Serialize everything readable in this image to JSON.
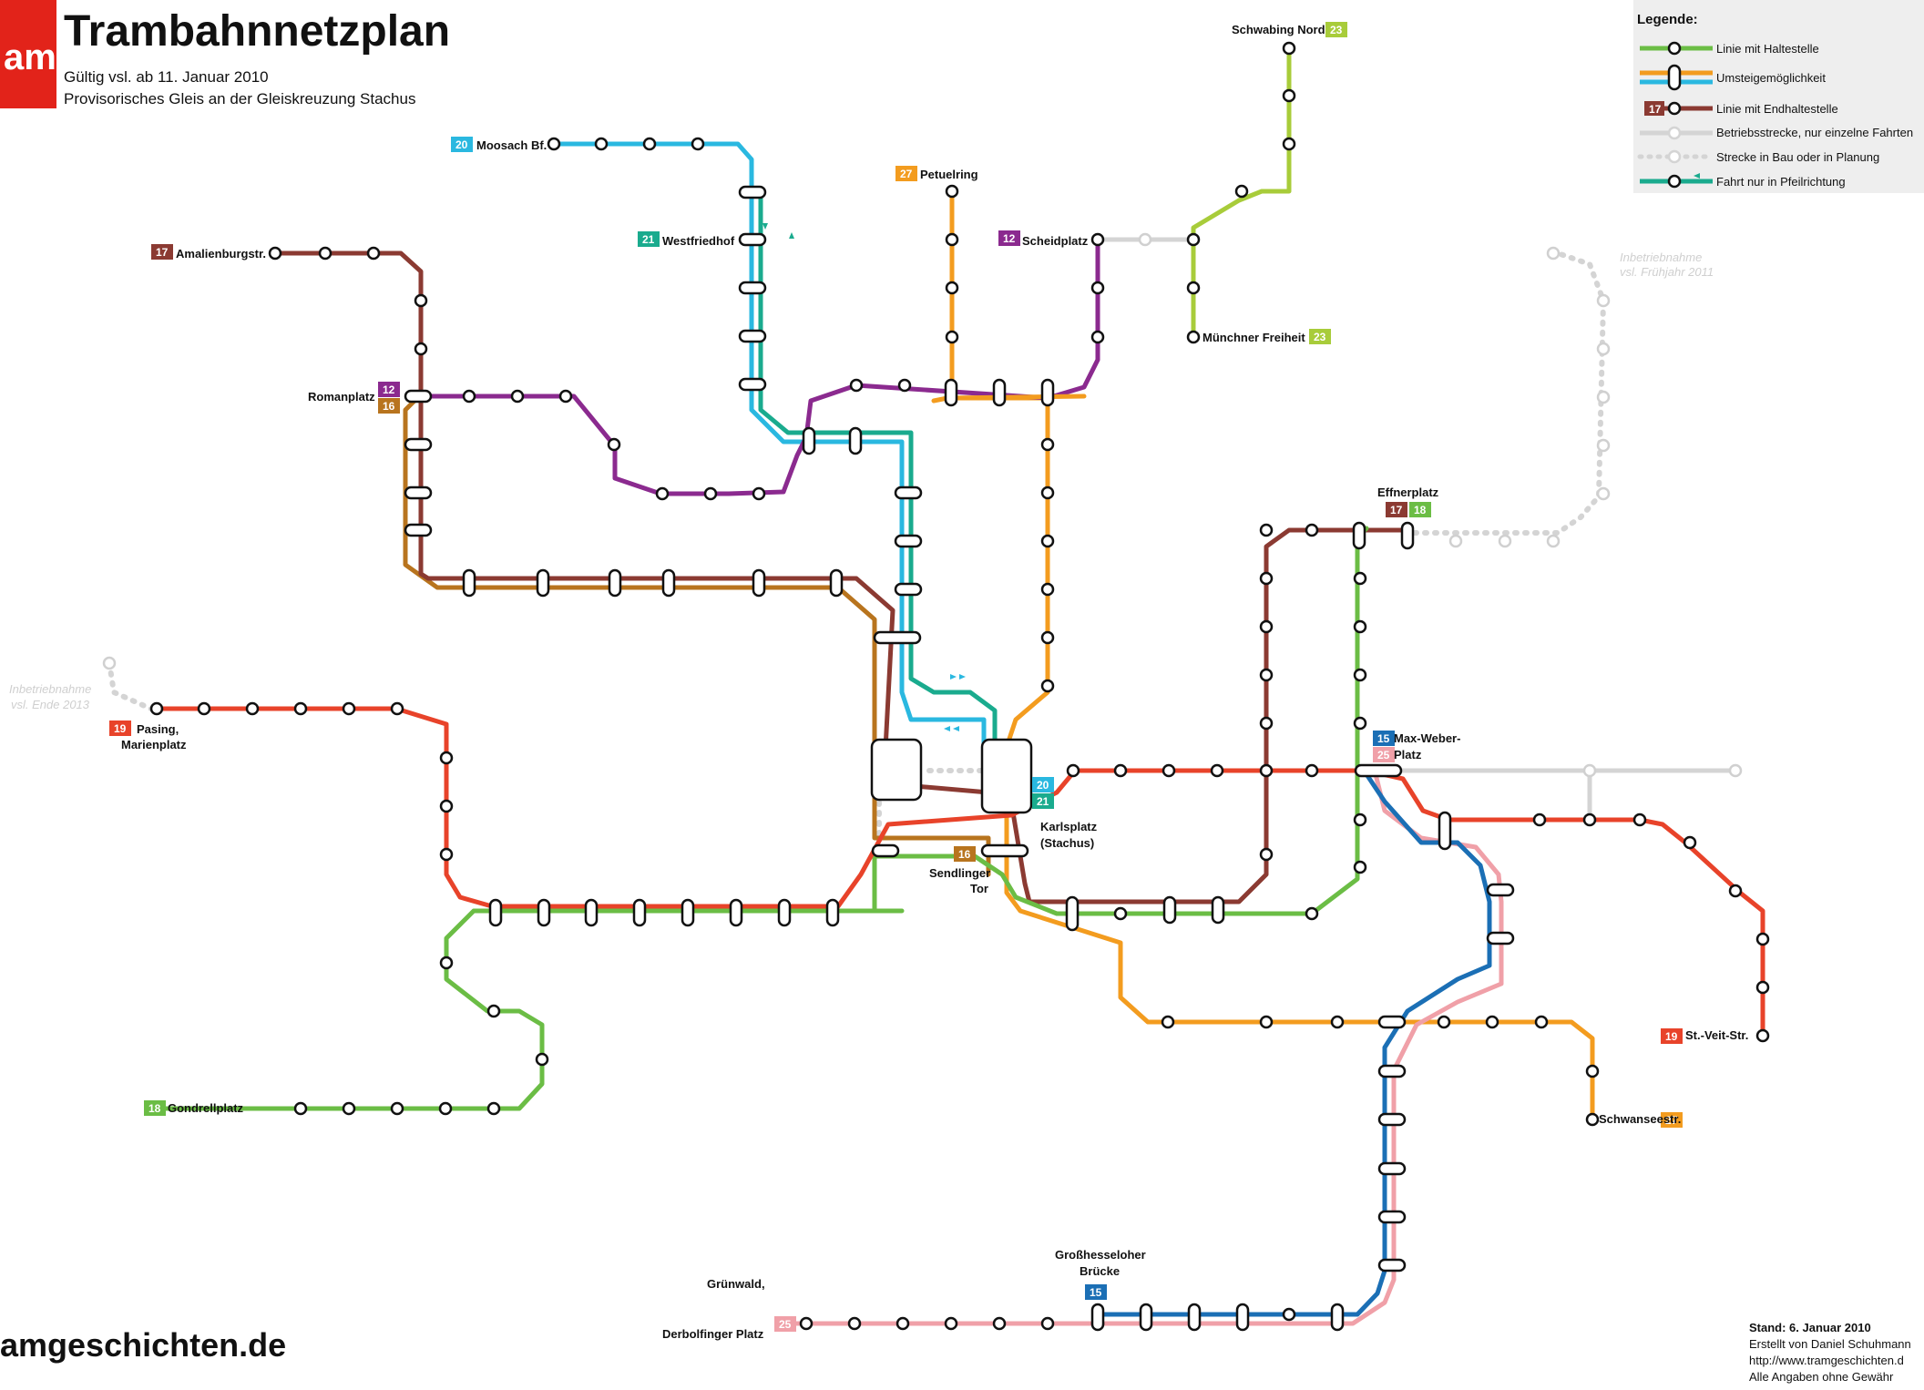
{
  "header": {
    "logo_text": "am",
    "title": "Trambahnnetzplan",
    "subtitle_line1": "Gültig vsl. ab 11. Januar 2010",
    "subtitle_line2": "Provisorisches Gleis an der Gleiskreuzung Stachus"
  },
  "colors": {
    "line12": "#8b2a8f",
    "line15": "#1b6fb5",
    "line16": "#b8741e",
    "line17": "#8b3a32",
    "line18": "#6bbd45",
    "line19": "#e8432a",
    "line20": "#2ab8e0",
    "line21": "#1aab8e",
    "line23": "#a8cc3a",
    "line25": "#f0a0a8",
    "line27": "#f39c1f",
    "planned": "#d0d0d0",
    "legend_bg": "#eeeeee"
  },
  "legend": {
    "title": "Legende:",
    "items": [
      "Linie mit Haltestelle",
      "Umsteigemöglichkeit",
      "Linie mit Endhaltestelle",
      "Betriebsstrecke, nur einzelne Fahrten",
      "Strecke in Bau oder in Planung",
      "Fahrt nur in Pfeilrichtung"
    ],
    "badge": "17"
  },
  "badges": [
    {
      "id": "b23a",
      "text": "23",
      "color": "#a8cc3a"
    },
    {
      "id": "b20",
      "text": "20",
      "color": "#2ab8e0"
    },
    {
      "id": "b21",
      "text": "21",
      "color": "#1aab8e"
    },
    {
      "id": "b27a",
      "text": "27",
      "color": "#f39c1f"
    },
    {
      "id": "b12a",
      "text": "12",
      "color": "#8b2a8f"
    },
    {
      "id": "b23b",
      "text": "23",
      "color": "#a8cc3a"
    },
    {
      "id": "b17a",
      "text": "17",
      "color": "#8b3a32"
    },
    {
      "id": "b12b",
      "text": "12",
      "color": "#8b2a8f"
    },
    {
      "id": "b16a",
      "text": "16",
      "color": "#b8741e"
    },
    {
      "id": "b17b",
      "text": "17",
      "color": "#8b3a32"
    },
    {
      "id": "b18a",
      "text": "18",
      "color": "#6bbd45"
    },
    {
      "id": "b19a",
      "text": "19",
      "color": "#e8432a"
    },
    {
      "id": "b15a",
      "text": "15",
      "color": "#1b6fb5"
    },
    {
      "id": "b25a",
      "text": "25",
      "color": "#f0a0a8"
    },
    {
      "id": "b20b",
      "text": "20",
      "color": "#2ab8e0"
    },
    {
      "id": "b21b",
      "text": "21",
      "color": "#1aab8e"
    },
    {
      "id": "b16b",
      "text": "16",
      "color": "#b8741e"
    },
    {
      "id": "b19b",
      "text": "19",
      "color": "#e8432a"
    },
    {
      "id": "b18b",
      "text": "18",
      "color": "#6bbd45"
    },
    {
      "id": "b27b",
      "text": "27",
      "color": "#f39c1f"
    },
    {
      "id": "b15b",
      "text": "15",
      "color": "#1b6fb5"
    },
    {
      "id": "b25b",
      "text": "25",
      "color": "#f0a0a8"
    }
  ],
  "terminals": {
    "schwabing_nord": "Schwabing Nord",
    "moosach": "Moosach Bf.",
    "westfriedhof": "Westfriedhof",
    "petuelring": "Petuelring",
    "scheidplatz": "Scheidplatz",
    "muenchner_freiheit": "Münchner Freiheit",
    "amalienburgstr": "Amalienburgstr.",
    "romanplatz": "Romanplatz",
    "effnerplatz": "Effnerplatz",
    "pasing_1": "Pasing,",
    "pasing_2": "Marienplatz",
    "max_weber_1": "Max-Weber-",
    "max_weber_2": "Platz",
    "sendlinger_1": "Sendlinger",
    "sendlinger_2": "Tor",
    "karlsplatz_1": "Karlsplatz",
    "karlsplatz_2": "(Stachus)",
    "gondrellplatz": "Gondrellplatz",
    "schwanseestr": "Schwanseestr.",
    "st_veit": "St.-Veit-Str.",
    "grosshesselohe_1": "Großhesseloher",
    "grosshesselohe_2": "Brücke",
    "gruenwald_1": "Grünwald,",
    "gruenwald_2": "Derbolfinger Platz"
  },
  "footer": {
    "website": "amgeschichten.de",
    "stand": "Stand: 6. Januar 2010",
    "credit1": "Erstellt von Daniel Schuhmann",
    "credit2": "http://www.tramgeschichten.d",
    "credit3": "Alle Angaben ohne Gewähr"
  },
  "notes": {
    "inbetrieb1_a": "Inbetriebnahme",
    "inbetrieb1_b": "vsl. Frühjahr 2011",
    "inbetrieb2_a": "Inbetriebnahme",
    "inbetrieb2_b": "vsl. Ende 2013"
  }
}
